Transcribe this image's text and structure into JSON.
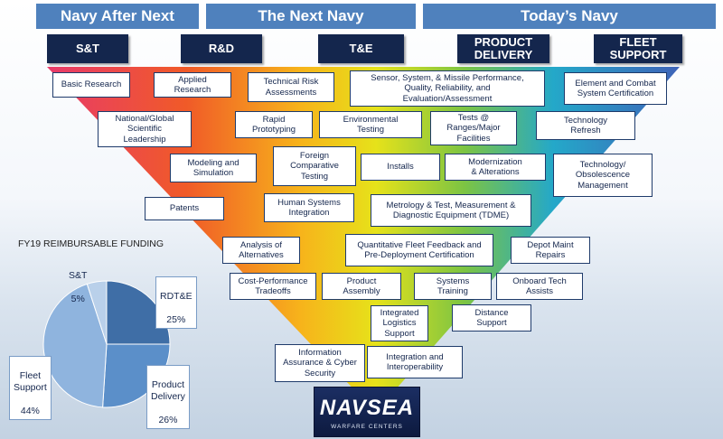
{
  "headers": [
    "Navy After Next",
    "The Next Navy",
    "Today’s Navy"
  ],
  "phases": [
    "S&T",
    "R&D",
    "T&E",
    "PRODUCT\nDELIVERY",
    "FLEET\nSUPPORT"
  ],
  "boxes": {
    "basic_research": "Basic Research",
    "applied_research": "Applied\nResearch",
    "technical_risk": "Technical Risk\nAssessments",
    "sensor_system": "Sensor, System, & Missile Performance,\nQuality, Reliability, and\nEvaluation/Assessment",
    "element_combat": "Element and Combat\nSystem Certification",
    "national_global": "National/Global\nScientific\nLeadership",
    "rapid_prototyping": "Rapid\nPrototyping",
    "environmental_testing": "Environmental\nTesting",
    "tests_ranges": "Tests @\nRanges/Major\nFacilities",
    "technology_refresh": "Technology\nRefresh",
    "modeling_simulation": "Modeling and\nSimulation",
    "foreign_comparative": "Foreign\nComparative\nTesting",
    "installs": "Installs",
    "modernization": "Modernization\n& Alterations",
    "obsolescence": "Technology/\nObsolescence\nManagement",
    "patents": "Patents",
    "human_systems": "Human Systems\nIntegration",
    "metrology": "Metrology & Test, Measurement &\nDiagnostic Equipment (TDME)",
    "analysis_alternatives": "Analysis of\nAlternatives",
    "quantitative_feedback": "Quantitative Fleet Feedback and\nPre-Deployment Certification",
    "depot_maint": "Depot Maint\nRepairs",
    "cost_performance": "Cost-Performance\nTradeoffs",
    "product_assembly": "Product\nAssembly",
    "systems_training": "Systems\nTraining",
    "onboard_tech": "Onboard Tech\nAssists",
    "integrated_logistics": "Integrated\nLogistics\nSupport",
    "distance_support": "Distance\nSupport",
    "information_assurance": "Information\nAssurance & Cyber\nSecurity",
    "integration_interop": "Integration and\nInteroperability"
  },
  "funding_title": "FY19 REIMBURSABLE FUNDING",
  "chart_data": {
    "type": "pie",
    "title": "FY19 REIMBURSABLE FUNDING",
    "slices": [
      {
        "label": "RDT&E",
        "value": 25,
        "display": "25%",
        "color": "#3f6ea6"
      },
      {
        "label": "Product\nDelivery",
        "value": 26,
        "display": "26%",
        "color": "#5b8fc9"
      },
      {
        "label": "Fleet\nSupport",
        "value": 44,
        "display": "44%",
        "color": "#8fb4de"
      },
      {
        "label": "S&T",
        "value": 5,
        "display": "5%",
        "color": "#b9d0ea"
      }
    ]
  },
  "logo": {
    "text": "NAVSEA",
    "sub": "WARFARE CENTERS"
  }
}
